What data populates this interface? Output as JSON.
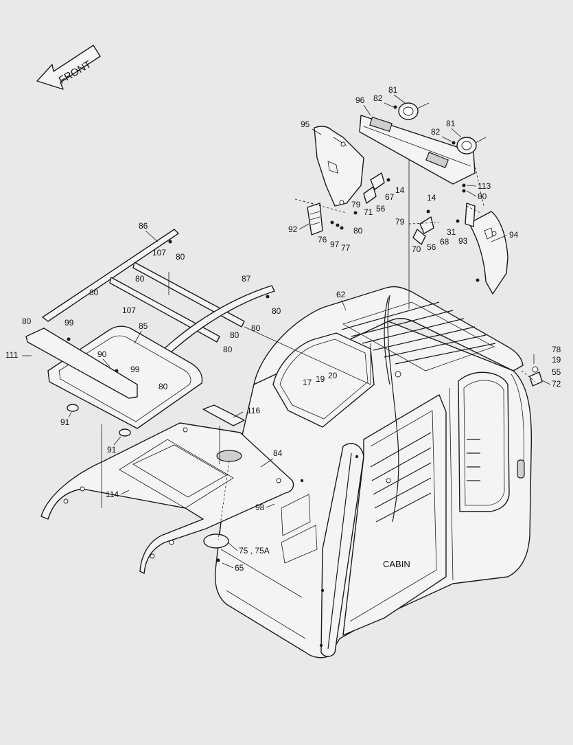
{
  "front_arrow": {
    "label": "FRONT"
  },
  "cabin_label": "CABIN",
  "callouts": [
    {
      "id": "c81a",
      "text": "81"
    },
    {
      "id": "c96",
      "text": "96"
    },
    {
      "id": "c82a",
      "text": "82"
    },
    {
      "id": "c95",
      "text": "95"
    },
    {
      "id": "c82b",
      "text": "82"
    },
    {
      "id": "c81b",
      "text": "81"
    },
    {
      "id": "c113",
      "text": "113"
    },
    {
      "id": "c80a",
      "text": "80"
    },
    {
      "id": "c14a",
      "text": "14"
    },
    {
      "id": "c67",
      "text": "67"
    },
    {
      "id": "c79a",
      "text": "79"
    },
    {
      "id": "c71",
      "text": "71"
    },
    {
      "id": "c56a",
      "text": "56"
    },
    {
      "id": "c14b",
      "text": "14"
    },
    {
      "id": "c80b",
      "text": "80"
    },
    {
      "id": "c79b",
      "text": "79"
    },
    {
      "id": "c92",
      "text": "92"
    },
    {
      "id": "c76",
      "text": "76"
    },
    {
      "id": "c97",
      "text": "97"
    },
    {
      "id": "c77",
      "text": "77"
    },
    {
      "id": "c70",
      "text": "70"
    },
    {
      "id": "c56b",
      "text": "56"
    },
    {
      "id": "c68",
      "text": "68"
    },
    {
      "id": "c31",
      "text": "31"
    },
    {
      "id": "c93",
      "text": "93"
    },
    {
      "id": "c94",
      "text": "94"
    },
    {
      "id": "c86",
      "text": "86"
    },
    {
      "id": "c80c",
      "text": "80"
    },
    {
      "id": "c107a",
      "text": "107"
    },
    {
      "id": "c80d",
      "text": "80"
    },
    {
      "id": "c80e",
      "text": "80"
    },
    {
      "id": "c87",
      "text": "87"
    },
    {
      "id": "c62",
      "text": "62"
    },
    {
      "id": "c80f",
      "text": "80"
    },
    {
      "id": "c107b",
      "text": "107"
    },
    {
      "id": "c80g",
      "text": "80"
    },
    {
      "id": "c80h",
      "text": "80"
    },
    {
      "id": "c80i",
      "text": "80"
    },
    {
      "id": "c99a",
      "text": "99"
    },
    {
      "id": "c85",
      "text": "85"
    },
    {
      "id": "c80j",
      "text": "80"
    },
    {
      "id": "c80k",
      "text": "80"
    },
    {
      "id": "c111",
      "text": "111"
    },
    {
      "id": "c90",
      "text": "90"
    },
    {
      "id": "c99b",
      "text": "99"
    },
    {
      "id": "c80l",
      "text": "80"
    },
    {
      "id": "c17",
      "text": "17"
    },
    {
      "id": "c19a",
      "text": "19"
    },
    {
      "id": "c20",
      "text": "20"
    },
    {
      "id": "c78",
      "text": "78"
    },
    {
      "id": "c19b",
      "text": "19"
    },
    {
      "id": "c55",
      "text": "55"
    },
    {
      "id": "c72",
      "text": "72"
    },
    {
      "id": "c91a",
      "text": "91"
    },
    {
      "id": "c116",
      "text": "116"
    },
    {
      "id": "c91b",
      "text": "91"
    },
    {
      "id": "c84",
      "text": "84"
    },
    {
      "id": "c114",
      "text": "114"
    },
    {
      "id": "c98",
      "text": "98"
    },
    {
      "id": "c75",
      "text": "75 , 75A"
    },
    {
      "id": "c65",
      "text": "65"
    }
  ]
}
